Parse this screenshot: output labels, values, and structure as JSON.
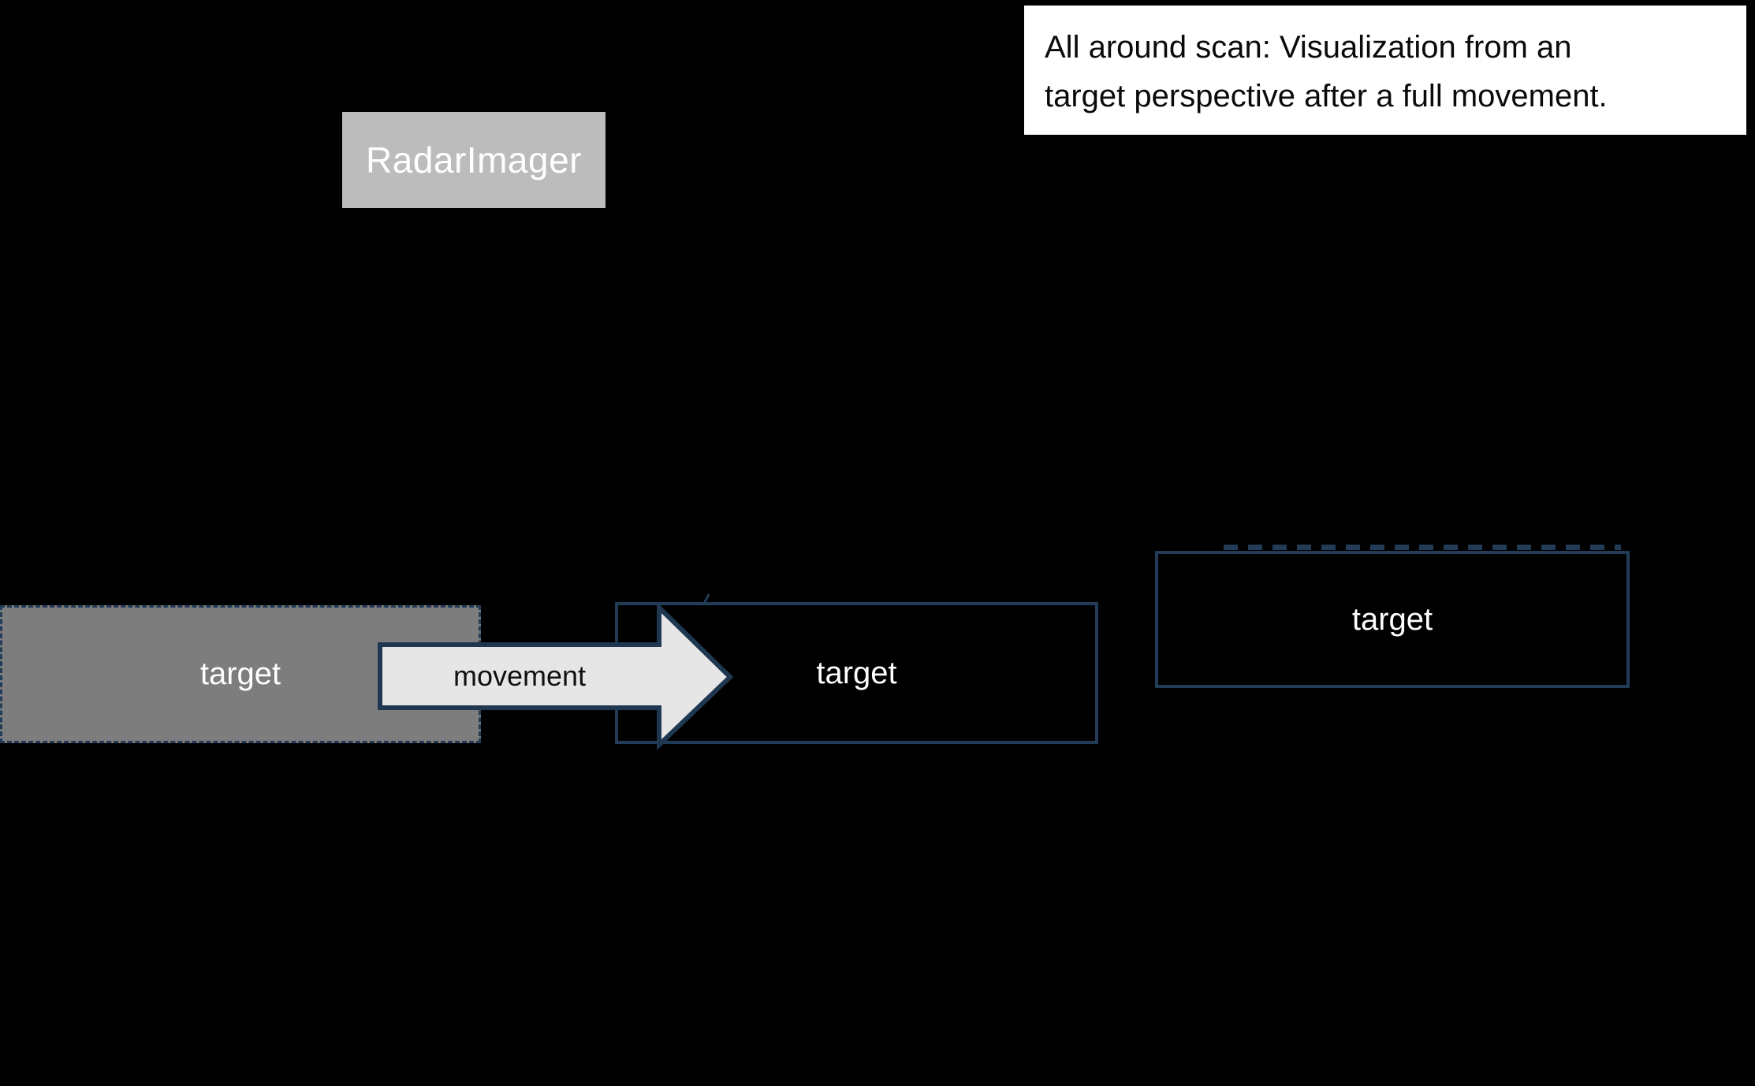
{
  "colors": {
    "bg": "#000000",
    "navy": "#223c58",
    "navy-dark": "#1f3750",
    "radar-fill": "#bcbcbc",
    "target-start-fill": "#7d7d7d",
    "arrow-fill": "#e6e6e6",
    "annotation-bg": "#ffffff",
    "annotation-text": "#0a0a0a",
    "label-light": "#ffffff"
  },
  "radar": {
    "label": "RadarImager"
  },
  "annotation": {
    "lines": [
      "All around scan: Visualization from an",
      "target perspective after a full movement."
    ]
  },
  "targets": {
    "start": {
      "label": "target"
    },
    "middle": {
      "label": "target"
    },
    "end": {
      "label": "target"
    }
  },
  "arrow": {
    "label": "movement"
  }
}
